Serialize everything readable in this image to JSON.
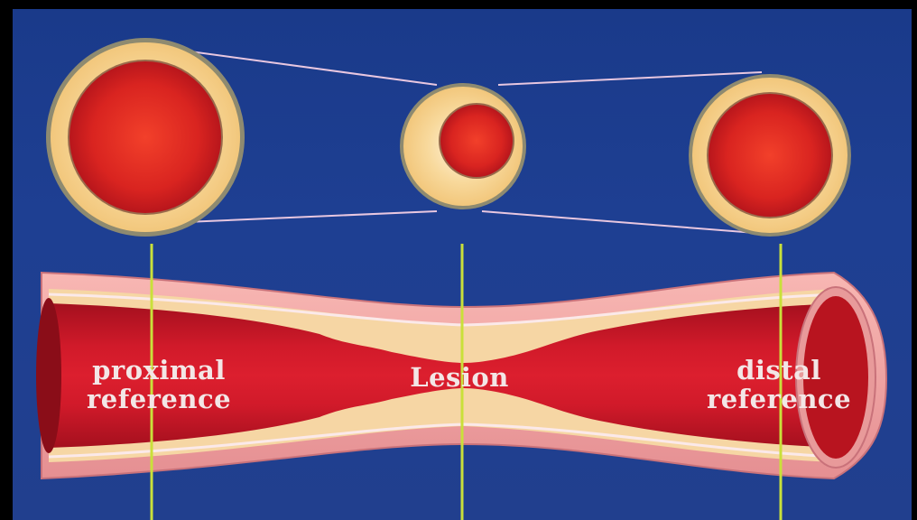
{
  "labels": {
    "proximal_line1": "proximal",
    "proximal_line2": "reference",
    "lesion": "Lesion",
    "distal_line1": "distal",
    "distal_line2": "reference"
  },
  "colors": {
    "background": "#1e3f92",
    "lumen": "#d8182a",
    "plaque": "#f7d29a",
    "vessel_wall": "#f0a6a6",
    "marker_line": "#c9e03a"
  }
}
